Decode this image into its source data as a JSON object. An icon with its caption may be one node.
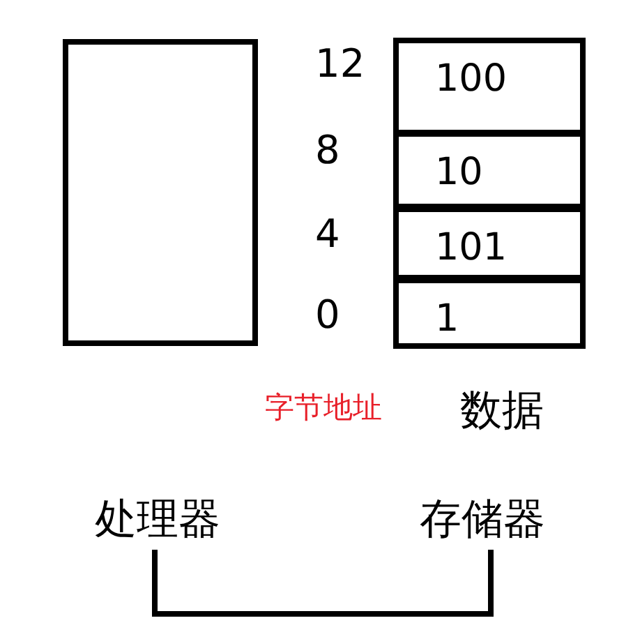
{
  "diagram": {
    "nodes": [
      {
        "text": [],
        "shape": "box"
      },
      {
        "text": [
          "100"
        ]
      },
      {
        "text": [
          "10"
        ]
      },
      {
        "text": [
          "101"
        ]
      },
      {
        "text": [
          "1"
        ]
      },
      {
        "text": [
          "处理器"
        ]
      },
      {
        "text": [
          "存储器"
        ]
      }
    ],
    "edges": [
      {
        "from": 5,
        "to": 6,
        "arrow": "none"
      }
    ],
    "labels": [
      "12",
      "8",
      "4",
      "0",
      "字节地址",
      "数据"
    ]
  }
}
